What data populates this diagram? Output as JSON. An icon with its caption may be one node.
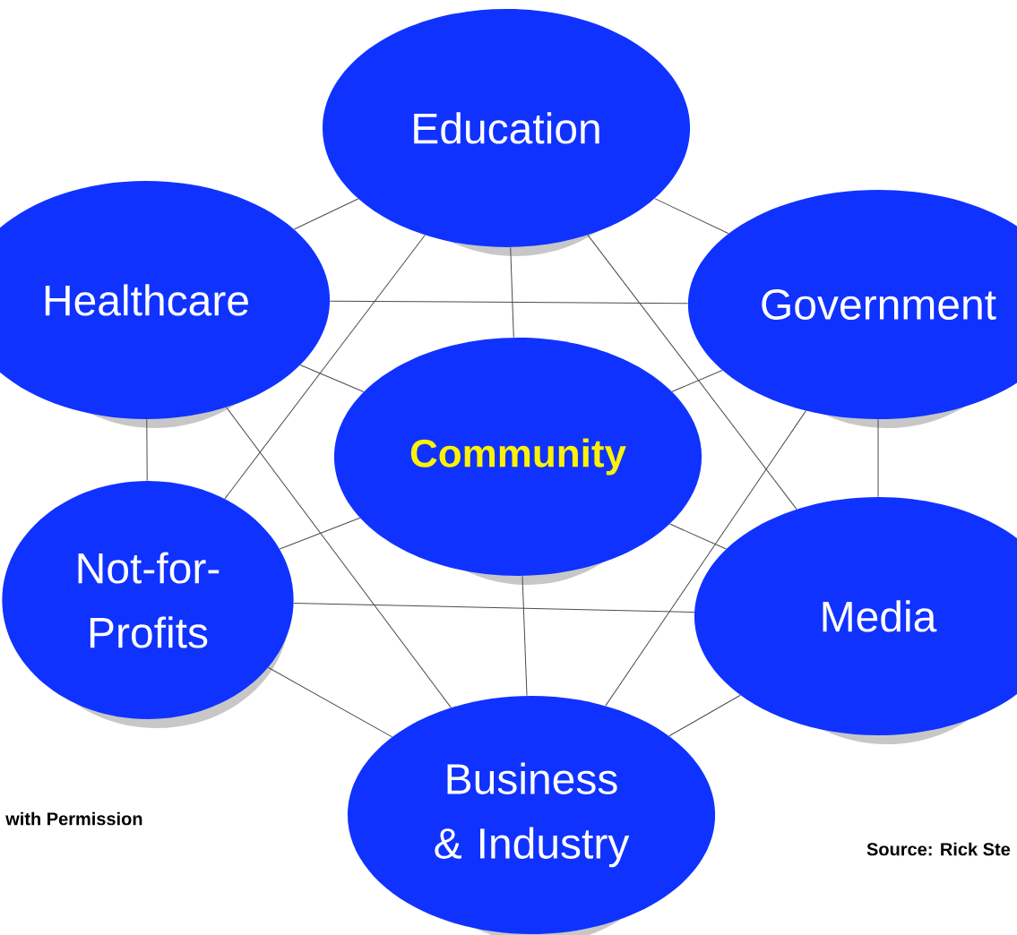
{
  "diagram": {
    "nodes": [
      {
        "text": [
          "Education"
        ]
      },
      {
        "text": [
          "Healthcare"
        ]
      },
      {
        "text": [
          "Government"
        ]
      },
      {
        "text": [
          "**Community**"
        ]
      },
      {
        "text": [
          "Not-for-Profits"
        ]
      },
      {
        "text": [
          "Media"
        ]
      },
      {
        "text": [
          "Business & Industry"
        ]
      }
    ],
    "edges": [
      {
        "from": 0,
        "to": 1,
        "arrow": "none"
      },
      {
        "from": 0,
        "to": 2,
        "arrow": "none"
      },
      {
        "from": 0,
        "to": 3,
        "arrow": "none"
      },
      {
        "from": 0,
        "to": 4,
        "arrow": "none"
      },
      {
        "from": 0,
        "to": 5,
        "arrow": "none"
      },
      {
        "from": 1,
        "to": 2,
        "arrow": "none"
      },
      {
        "from": 1,
        "to": 3,
        "arrow": "none"
      },
      {
        "from": 1,
        "to": 4,
        "arrow": "none"
      },
      {
        "from": 1,
        "to": 6,
        "arrow": "none"
      },
      {
        "from": 2,
        "to": 3,
        "arrow": "none"
      },
      {
        "from": 2,
        "to": 5,
        "arrow": "none"
      },
      {
        "from": 2,
        "to": 6,
        "arrow": "none"
      },
      {
        "from": 3,
        "to": 4,
        "arrow": "none"
      },
      {
        "from": 3,
        "to": 5,
        "arrow": "none"
      },
      {
        "from": 3,
        "to": 6,
        "arrow": "none"
      },
      {
        "from": 4,
        "to": 5,
        "arrow": "none"
      },
      {
        "from": 4,
        "to": 6,
        "arrow": "none"
      },
      {
        "from": 5,
        "to": 6,
        "arrow": "none"
      }
    ],
    "labels": [
      "with Permission",
      "Source: Rick Ste"
    ]
  }
}
